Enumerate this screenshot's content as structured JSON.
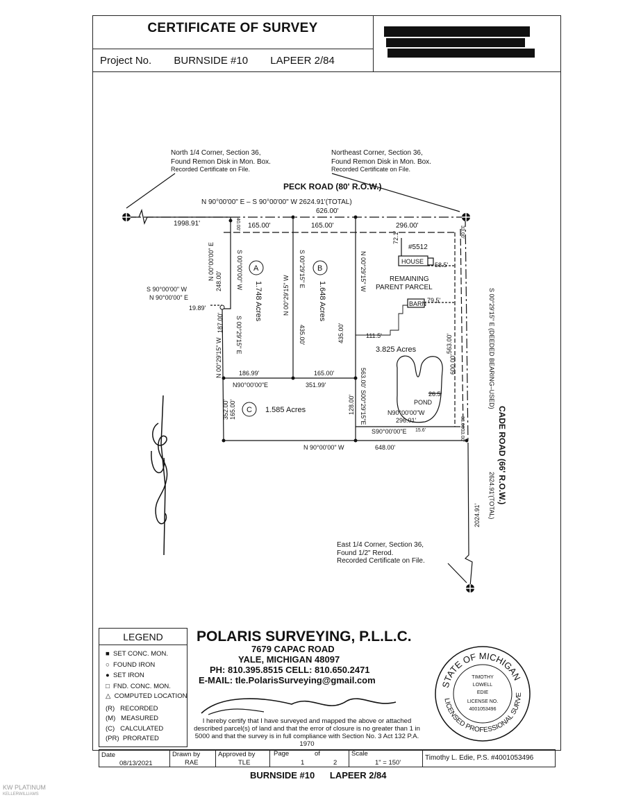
{
  "header": {
    "title": "CERTIFICATE OF SURVEY",
    "project_label": "Project No.",
    "project_name": "BURNSIDE #10",
    "project_ref": "LAPEER 2/84"
  },
  "map": {
    "road_north": "PECK ROAD (80' R.O.W.)",
    "road_east": "CADE ROAD (66' R.O.W.)",
    "north_corner": [
      "North 1/4 Corner, Section 36,",
      "Found Remon Disk in Mon. Box.",
      "Recorded Certificate on File."
    ],
    "ne_corner": [
      "Northeast Corner, Section 36,",
      "Found Remon Disk in Mon. Box.",
      "Recorded Certificate on File."
    ],
    "east_corner": [
      "East 1/4 Corner, Section 36,",
      "Found 1/2\" Rerod.",
      "Recorded Certificate on File."
    ],
    "north_bearing": "N 90°00'00\" E  –  S 90°00'00\" W    2624.91'(TOTAL)",
    "dim_626": "626.00'",
    "dim_1998": "1998.91'",
    "dim_165a": "165.00'",
    "dim_165b": "165.00'",
    "dim_296": "296.00'",
    "dim_40": "40.00'",
    "dim_33a": "33.00'",
    "dim_33b": "33.00'",
    "dim_33c": "33.00'",
    "house_no": "#5512",
    "house": "HOUSE",
    "barn": "BARN",
    "dim_72": "72.1'",
    "dim_58": "58.5'",
    "dim_79": "79.5'",
    "dim_111": "111.5'",
    "dim_26": "26.5'",
    "dim_15": "15.6'",
    "remaining": [
      "REMAINING",
      "PARENT PARCEL"
    ],
    "remaining_acres": "3.825 Acres",
    "pond": "POND",
    "parcel_a": "A",
    "parcel_a_acres": "1.748 Acres",
    "parcel_b": "B",
    "parcel_b_acres": "1.648 Acres",
    "parcel_c": "C",
    "parcel_c_acres": "1.585 Acres",
    "brg_a_left": "S 00°00'00\" W",
    "brg_a_left2": "N 00°00'00\" E",
    "dim_248": "248.00'",
    "brg_s90": "S 90°00'00\" W",
    "brg_n90": "N 90°00'00\" E",
    "dim_19": "19.89'",
    "brg_187": "S 00°29'15\" E",
    "dim_187": "187.00'",
    "brg_ab": "N 00°29'15\" W",
    "dim_435a": "435.00'",
    "brg_ab2": "S 00°29'15\" E",
    "brg_b": "N 00°29'15\" W",
    "dim_435b": "435.00'",
    "dim_186": "186.99'",
    "dim_165c": "165.00'",
    "dim_563a": "563.00'",
    "brg_c_left": "N 00°29'15\" W",
    "dim_352": "352.00'",
    "dim_165d": "165.00'",
    "brg_c_top": "N90°00'00\"E",
    "dim_351": "351.99'",
    "dim_128": "128.00'",
    "brg_c_right": "S00°29'15\"E",
    "brg_pond": "N90°00'00\"W",
    "dim_296b": "296.01'",
    "brg_s90e": "S90°00'00\"E",
    "brg_south": "N 90°00'00\" W",
    "dim_648": "648.00'",
    "dim_563b": "563.00'",
    "dim_600": "600.00'",
    "brg_east": "S 00°29'15\" E (DEEDED BEARING–USED)",
    "dim_2624": "2624.91'(TOTAL)",
    "dim_2024": "2024.91'"
  },
  "legend": {
    "title": "LEGEND",
    "items": [
      {
        "sym": "■",
        "label": "SET CONC. MON."
      },
      {
        "sym": "○",
        "label": "FOUND IRON"
      },
      {
        "sym": "●",
        "label": "SET IRON"
      },
      {
        "sym": "□",
        "label": "FND. CONC. MON."
      },
      {
        "sym": "△",
        "label": "COMPUTED LOCATION"
      },
      {
        "sym": "(R)",
        "label": "RECORDED"
      },
      {
        "sym": "(M)",
        "label": "MEASURED"
      },
      {
        "sym": "(C)",
        "label": "CALCULATED"
      },
      {
        "sym": "(PR)",
        "label": "PRORATED"
      }
    ]
  },
  "company": {
    "name": "POLARIS SURVEYING, P.L.L.C.",
    "address": "7679 CAPAC ROAD",
    "city": "YALE, MICHIGAN  48097",
    "phone": "PH: 810.395.8515  CELL: 810.650.2471",
    "email": "E-MAIL: tle.PolarisSurveying@gmail.com",
    "certify": "I hereby certify that I have surveyed and mapped the above or attached described parcel(s) of land and that the error of closure is no greater than 1 in 5000 and that the survey is in full compliance with Section No. 3 Act 132 P.A. 1970"
  },
  "seal": {
    "ring_top": "STATE OF MICHIGAN",
    "ring_bottom": "LICENSED PROFESSIONAL SURVEYOR",
    "name1": "TIMOTHY",
    "name2": "LOWELL",
    "name3": "EDIE",
    "lic_label": "LICENSE NO.",
    "lic_no": "4001053496"
  },
  "table": {
    "date_label": "Date",
    "date": "08/13/2021",
    "drawn_label": "Drawn by",
    "drawn": "RAE",
    "approved_label": "Approved by",
    "approved": "TLE",
    "page_label": "Page",
    "of_label": "of",
    "page": "1",
    "pages": "2",
    "scale_label": "Scale",
    "scale": "1\" = 150'",
    "surveyor": "Timothy L. Edie, P.S. #4001053496"
  },
  "footer": {
    "project": "BURNSIDE #10",
    "ref": "LAPEER 2/84"
  },
  "watermark": [
    "KW PLATINUM",
    "KELLERWILLIAMS"
  ]
}
